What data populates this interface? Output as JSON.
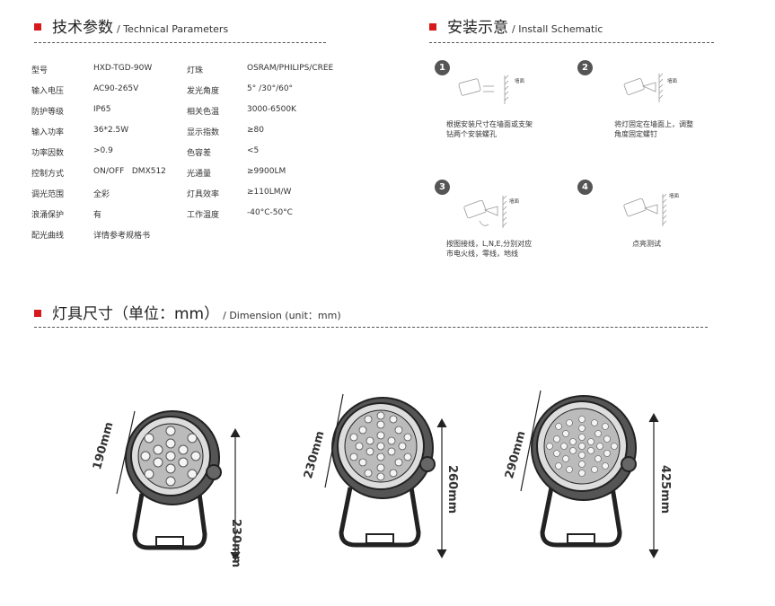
{
  "tech": {
    "title_zh": "技术参数",
    "title_en": "/ Technical Parameters",
    "left": [
      {
        "label": "型号",
        "value": "HXD-TGD-90W"
      },
      {
        "label": "输入电压",
        "value": "AC90-265V"
      },
      {
        "label": "防护等级",
        "value": "IP65"
      },
      {
        "label": "输入功率",
        "value": "36*2.5W"
      },
      {
        "label": "功率因数",
        "value": ">0.9"
      },
      {
        "label": "控制方式",
        "value": "ON/OFF   DMX512"
      },
      {
        "label": "调光范围",
        "value": "全彩"
      },
      {
        "label": "浪涌保护",
        "value": "有"
      },
      {
        "label": "配光曲线",
        "value": "详情参考规格书"
      }
    ],
    "right": [
      {
        "label": "灯珠",
        "value": "OSRAM/PHILIPS/CREE"
      },
      {
        "label": "发光角度",
        "value": "5° /30°/60°"
      },
      {
        "label": "相关色温",
        "value": "3000-6500K"
      },
      {
        "label": "显示指数",
        "value": "≥80"
      },
      {
        "label": "色容差",
        "value": "<5"
      },
      {
        "label": "光通量",
        "value": "≥9900LM"
      },
      {
        "label": "灯具效率",
        "value": "≥110LM/W"
      },
      {
        "label": "工作温度",
        "value": "-40°C-50°C"
      }
    ]
  },
  "install": {
    "title_zh": "安装示意",
    "title_en": "/ Install Schematic",
    "steps": [
      {
        "num": "1",
        "wall": "墙面",
        "caption1": "根据安装尺寸在墙面或支架",
        "caption2": "钻两个安装螺孔"
      },
      {
        "num": "2",
        "wall": "墙面",
        "caption1": "将灯固定在墙面上，调整",
        "caption2": "角度固定螺钉"
      },
      {
        "num": "3",
        "wall": "墙面",
        "caption1": "按图接线，L,N,E,分别对应",
        "caption2": "市电火线，零线，地线"
      },
      {
        "num": "4",
        "wall": "墙面",
        "caption1": "点亮测试",
        "caption2": ""
      }
    ]
  },
  "dimension": {
    "title_zh": "灯具尺寸（单位：mm）",
    "title_en": "/ Dimension (unit：mm)",
    "lamps": [
      {
        "diameter": "190mm",
        "height": "230mm"
      },
      {
        "diameter": "230mm",
        "height": "260mm"
      },
      {
        "diameter": "290mm",
        "height": "425mm"
      }
    ]
  },
  "colors": {
    "accent": "#d7191c"
  }
}
